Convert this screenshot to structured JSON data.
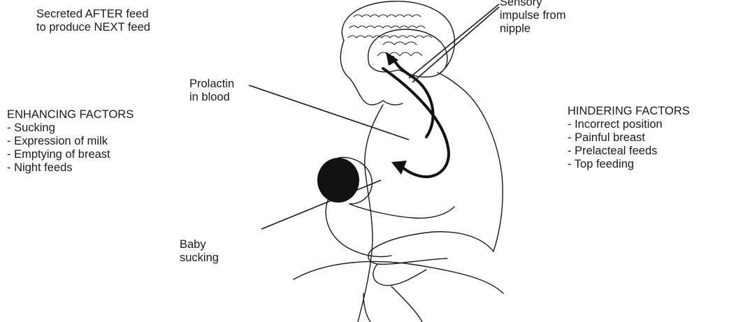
{
  "labels": {
    "secreted": [
      "Secreted AFTER feed",
      "to produce NEXT feed"
    ],
    "sensory": [
      "Sensory",
      "impulse from",
      "nipple"
    ],
    "prolactin": [
      "Prolactin",
      "in blood"
    ],
    "baby": [
      "Baby",
      "sucking"
    ]
  },
  "enhancing": {
    "heading": "ENHANCING FACTORS",
    "items": [
      "- Sucking",
      "- Expression of milk",
      "- Emptying of breast",
      "- Night feeds"
    ]
  },
  "hindering": {
    "heading": "HINDERING FACTORS",
    "items": [
      "- Incorrect position",
      "- Painful breast",
      "- Prelacteal feeds",
      "- Top feeding"
    ]
  },
  "colors": {
    "ink": "#1a1a1a",
    "background": "#ffffff"
  }
}
